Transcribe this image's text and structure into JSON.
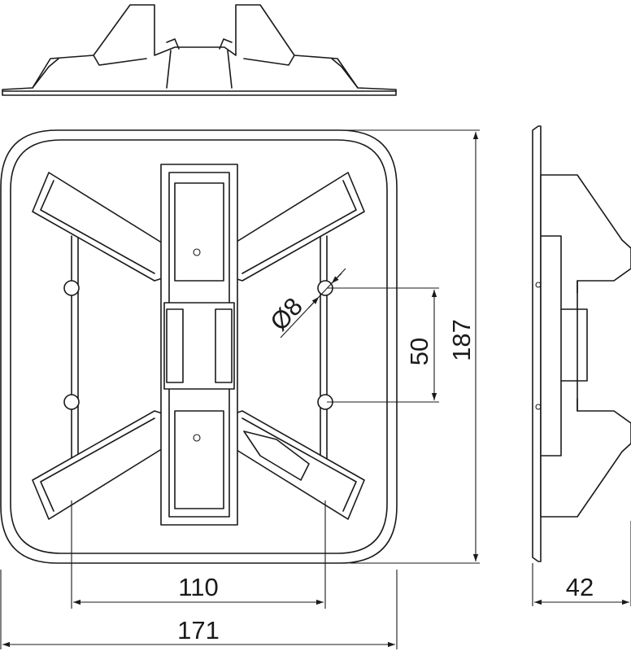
{
  "drawing": {
    "dimensions": {
      "width_overall": "171",
      "hole_spacing_horizontal": "110",
      "height_overall": "187",
      "hole_spacing_vertical": "50",
      "hole_diameter": "Ø8",
      "depth": "42"
    },
    "colors": {
      "line": "#1a1a1a",
      "background": "#ffffff"
    }
  }
}
